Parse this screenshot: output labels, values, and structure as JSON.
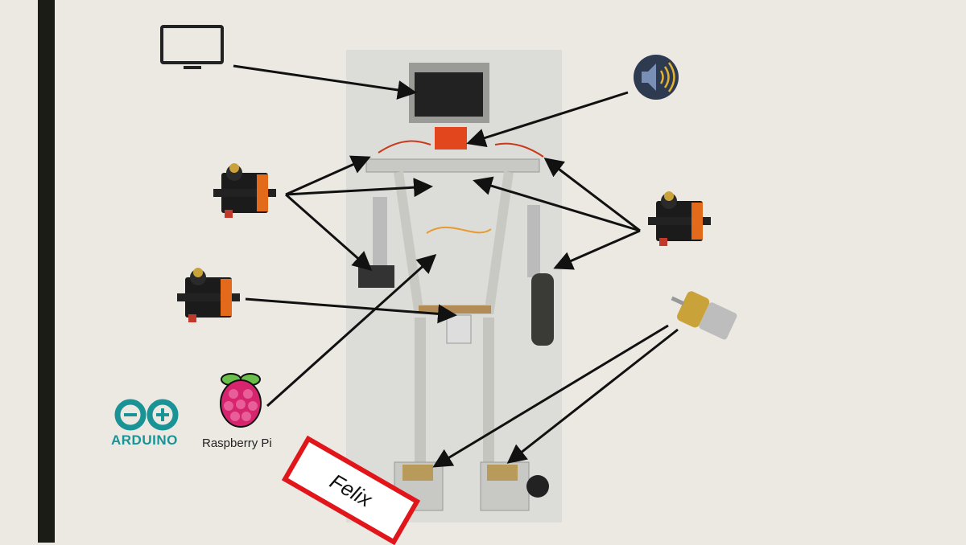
{
  "title_label": "Felix",
  "logos": {
    "arduino": "ARDUINO",
    "raspberry_pi": "Raspberry Pi"
  },
  "icons": [
    "monitor-icon",
    "speaker-icon",
    "servo-motor-icon",
    "dc-gear-motor-icon",
    "arduino-logo",
    "raspberry-pi-logo"
  ],
  "colors": {
    "background": "#ece9e3",
    "accent_bar": "#1c1c17",
    "arduino": "#1a9396",
    "label_border": "#e1161b",
    "speaker_bg": "#2e3a4f"
  }
}
